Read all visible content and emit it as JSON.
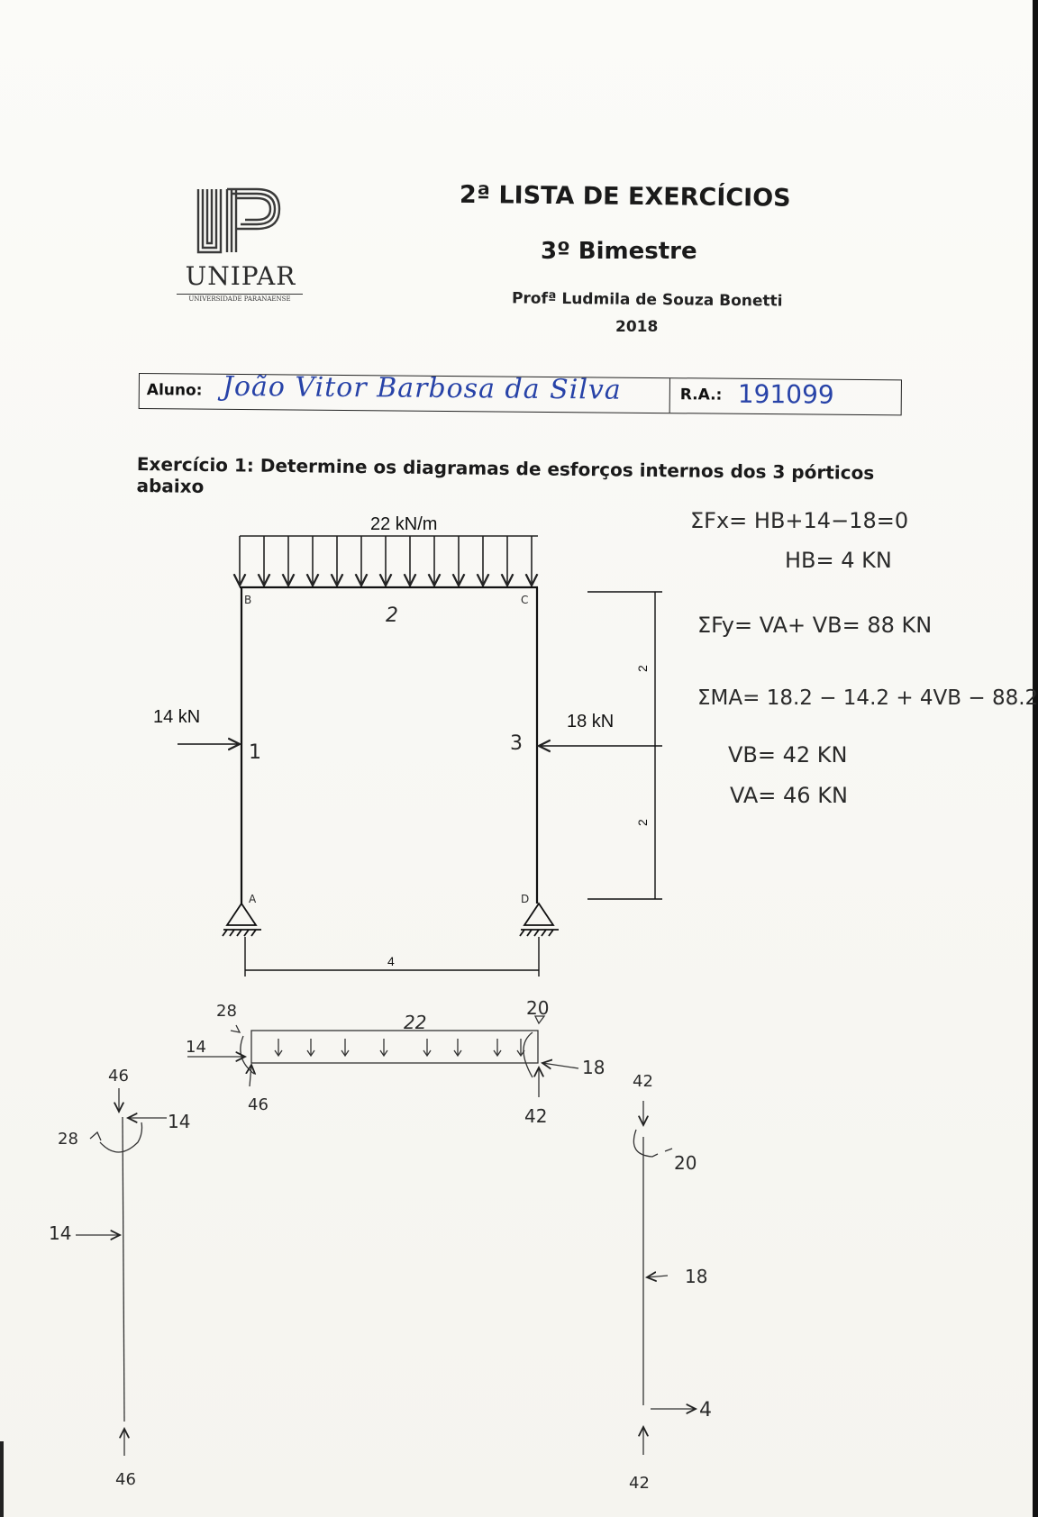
{
  "header": {
    "logo_text": "UNIPAR",
    "logo_subtitle": "UNIVERSIDADE PARANAENSE",
    "title": "2ª LISTA DE EXERCÍCIOS",
    "bimester": "3º Bimestre",
    "professor": "Profª Ludmila de Souza Bonetti",
    "year": "2018"
  },
  "student": {
    "name_label": "Aluno:",
    "name_value": "João Vitor Barbosa da Silva",
    "ra_label": "R.A.:",
    "ra_value": "191099"
  },
  "exercise": {
    "text": "Exercício 1: Determine os diagramas de esforços internos dos 3 pórticos abaixo"
  },
  "frame": {
    "load_label": "22 kN/m",
    "left_force_label": "14 kN",
    "right_force_label": "18 kN",
    "node_left": "1",
    "node_top": "2",
    "node_right": "3",
    "corner_b": "B",
    "corner_c": "C",
    "corner_a": "A",
    "corner_d": "D",
    "dim_top": "2",
    "dim_bottom": "2",
    "span_label": "4"
  },
  "equations": {
    "sum_fx": "ΣFx=  HB+14−18=0",
    "hb": "HB= 4 KN",
    "sum_fy": "ΣFy=  VA+ VB= 88 KN",
    "sum_ma": "ΣMA= 18.2 − 14.2 + 4VB − 88.2",
    "vb": "VB= 42  KN",
    "va": "VA= 46  KN"
  },
  "free_body": {
    "beam_load": "22",
    "beam_left_moment": "28",
    "beam_right_moment": "20",
    "beam_left_axial": "14",
    "beam_right_axial": "18",
    "beam_left_shear": "46",
    "beam_right_shear": "42",
    "left_col_top_force": "46",
    "left_col_top_horizontal": "14",
    "left_col_top_moment": "28",
    "left_col_mid_force": "14",
    "left_col_bottom_force": "46",
    "right_col_top_force": "42",
    "right_col_top_moment": "20",
    "right_col_mid_force": "18",
    "right_col_bottom_horizontal": "4",
    "right_col_bottom_force": "42"
  }
}
